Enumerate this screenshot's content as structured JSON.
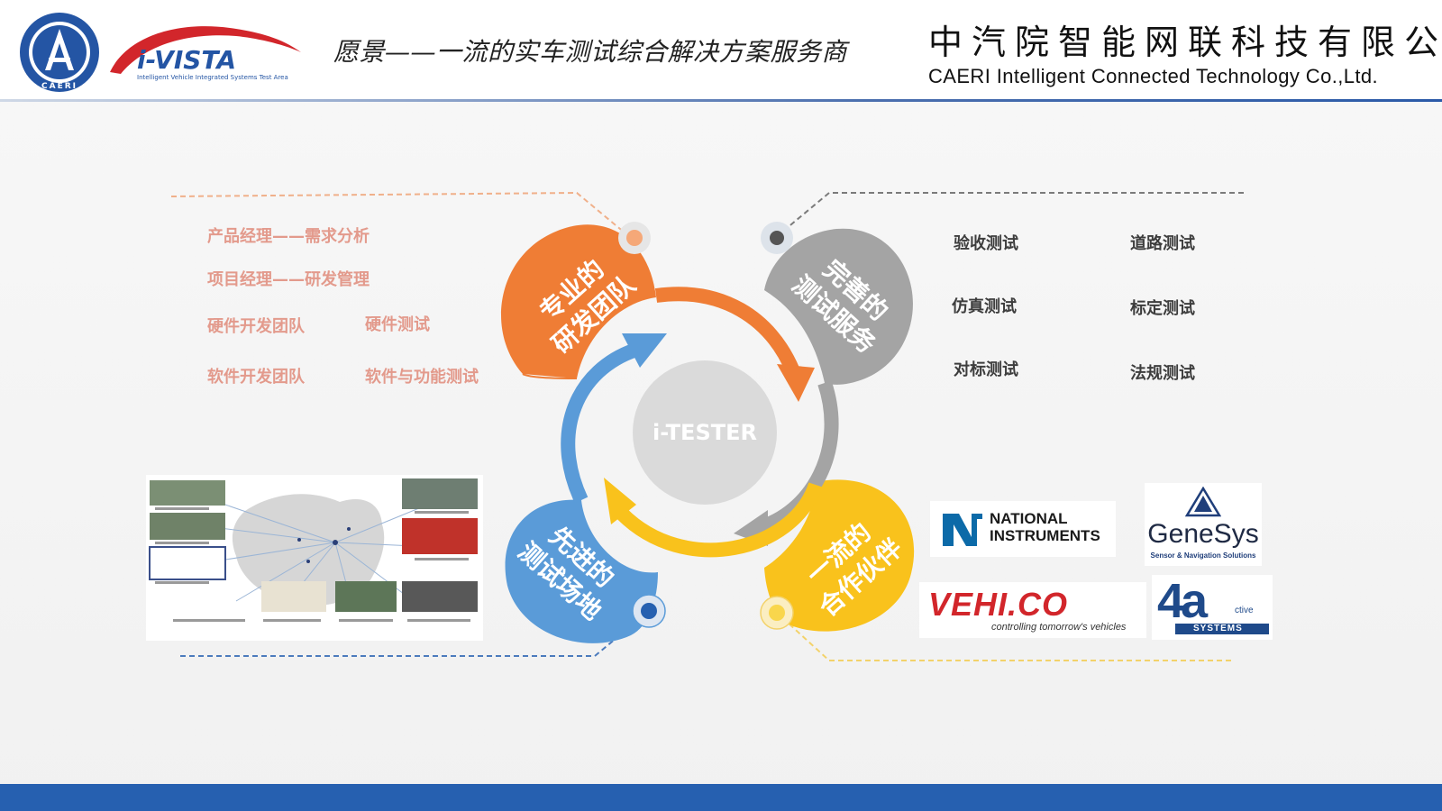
{
  "header": {
    "logo_seal_text": "CAERI",
    "ivista_logo_text": "i-VISTA",
    "ivista_tagline": "Intelligent Vehicle Integrated Systems Test Area",
    "vision": "愿景——一流的实车测试综合解决方案服务商",
    "company_cn": "中汽院智能网联科技有限公司",
    "company_en": "CAERI Intelligent Connected Technology Co.,Ltd."
  },
  "cycle": {
    "center_label": "i-TESTER",
    "segments": [
      {
        "line1": "专业的",
        "line2": "研发团队",
        "color": "#ef7d35"
      },
      {
        "line1": "完善的",
        "line2": "测试服务",
        "color": "#a4a4a4"
      },
      {
        "line1": "一流的",
        "line2": "合作伙伴",
        "color": "#f9c21c"
      },
      {
        "line1": "先进的",
        "line2": "测试场地",
        "color": "#5a9bd8"
      }
    ]
  },
  "team_items": [
    "产品经理——需求分析",
    "项目经理——研发管理",
    "硬件开发团队",
    "硬件测试",
    "软件开发团队",
    "软件与功能测试"
  ],
  "test_services": [
    "验收测试",
    "道路测试",
    "仿真测试",
    "标定测试",
    "对标测试",
    "法规测试"
  ],
  "partners": {
    "ni": {
      "line1": "NATIONAL",
      "line2": "INSTRUMENTS"
    },
    "genesys": {
      "name": "GeneSys",
      "tagline": "Sensor & Navigation Solutions"
    },
    "vehico": {
      "name": "VEHI.CO",
      "tagline": "controlling tomorrow's vehicles"
    },
    "active": {
      "name": "4a",
      "tag1": "ctive",
      "tag2": "SYSTEMS"
    }
  },
  "colors": {
    "orange": "#ef7d35",
    "gray": "#a4a4a4",
    "yellow": "#f9c21c",
    "blue": "#5a9bd8",
    "footer": "#2660b0"
  }
}
